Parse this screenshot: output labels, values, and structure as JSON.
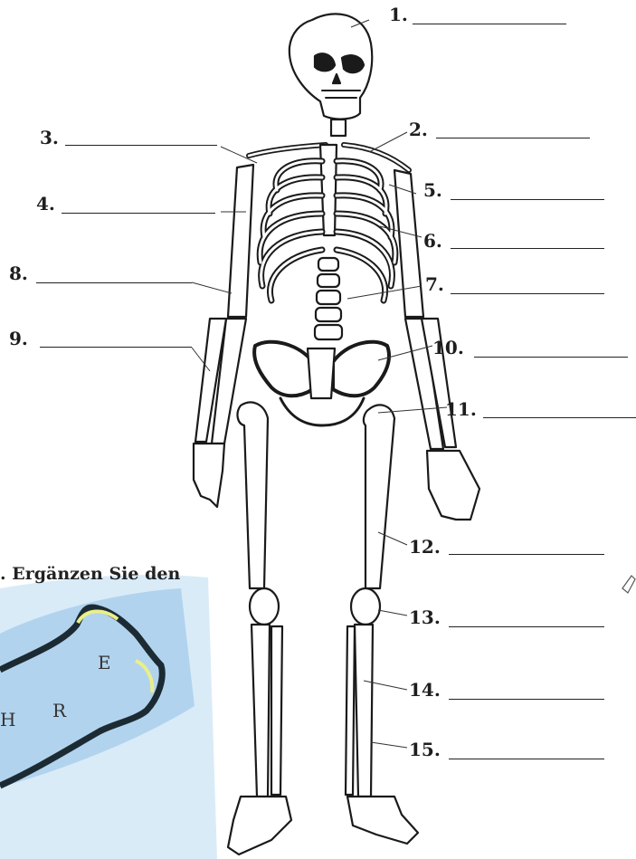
{
  "labels": [
    {
      "num": "1."
    },
    {
      "num": "2."
    },
    {
      "num": "3."
    },
    {
      "num": "4."
    },
    {
      "num": "5."
    },
    {
      "num": "6."
    },
    {
      "num": "7."
    },
    {
      "num": "8."
    },
    {
      "num": "9."
    },
    {
      "num": "10."
    },
    {
      "num": "11."
    },
    {
      "num": "12."
    },
    {
      "num": "13."
    },
    {
      "num": "14."
    },
    {
      "num": "15."
    }
  ],
  "caption": ". Ergänzen Sie den",
  "bone_letters": [
    "E",
    "H",
    "R"
  ],
  "colors": {
    "ink": "#1a1a1a",
    "paper": "#ffffff",
    "blue_wash": "#9cc8ea",
    "highlight": "#e9ef8a"
  }
}
